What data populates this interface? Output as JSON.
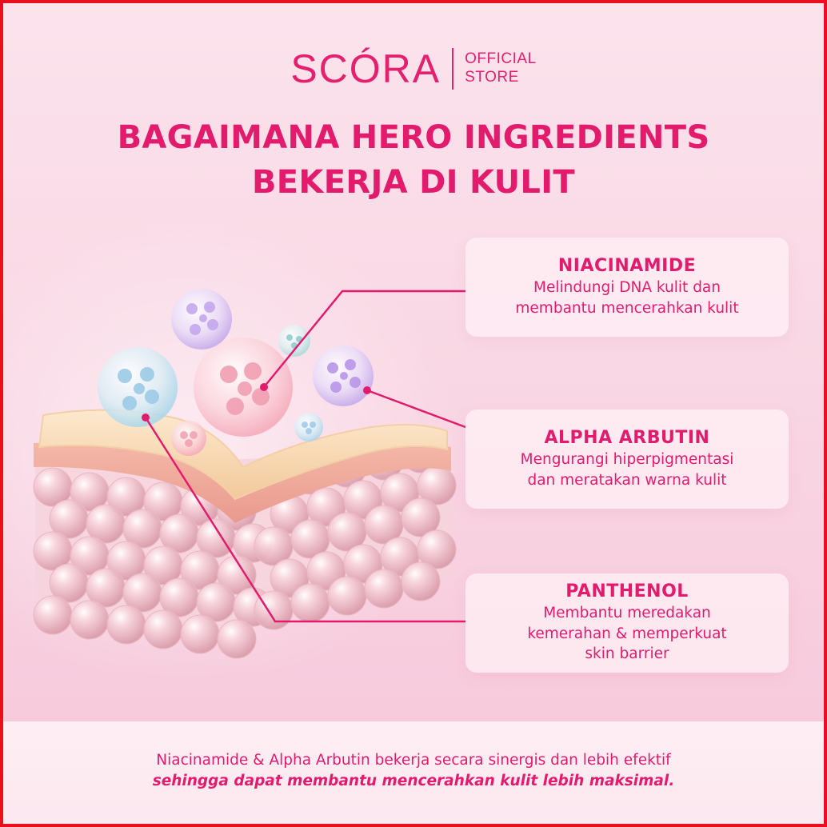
{
  "header": {
    "brand": "SCÓRA",
    "store_line1": "OFFICIAL",
    "store_line2": "STORE"
  },
  "title": {
    "line1": "BAGAIMANA HERO INGREDIENTS",
    "line2": "BEKERJA DI KULIT"
  },
  "ingredients": [
    {
      "name": "NIACINAMIDE",
      "desc": [
        "Melindungi DNA kulit dan",
        "membantu mencerahkan kulit"
      ],
      "molecule_icon": "pink-molecule-bubble-icon"
    },
    {
      "name": "ALPHA ARBUTIN",
      "desc": [
        "Mengurangi hiperpigmentasi",
        "dan meratakan warna kulit"
      ],
      "molecule_icon": "purple-molecule-bubble-icon"
    },
    {
      "name": "PANTHENOL",
      "desc": [
        "Membantu meredakan",
        "kemerahan & memperkuat",
        "skin barrier"
      ],
      "molecule_icon": "blue-molecule-bubble-icon"
    }
  ],
  "footer": {
    "line1": "Niacinamide & Alpha Arbutin bekerja secara sinergis dan lebih efektif",
    "line2": "sehingga dapat membantu mencerahkan kulit lebih maksimal."
  },
  "colors": {
    "accent": "#e31b6d",
    "border": "#e8101e",
    "background": "#f9d7e4"
  }
}
